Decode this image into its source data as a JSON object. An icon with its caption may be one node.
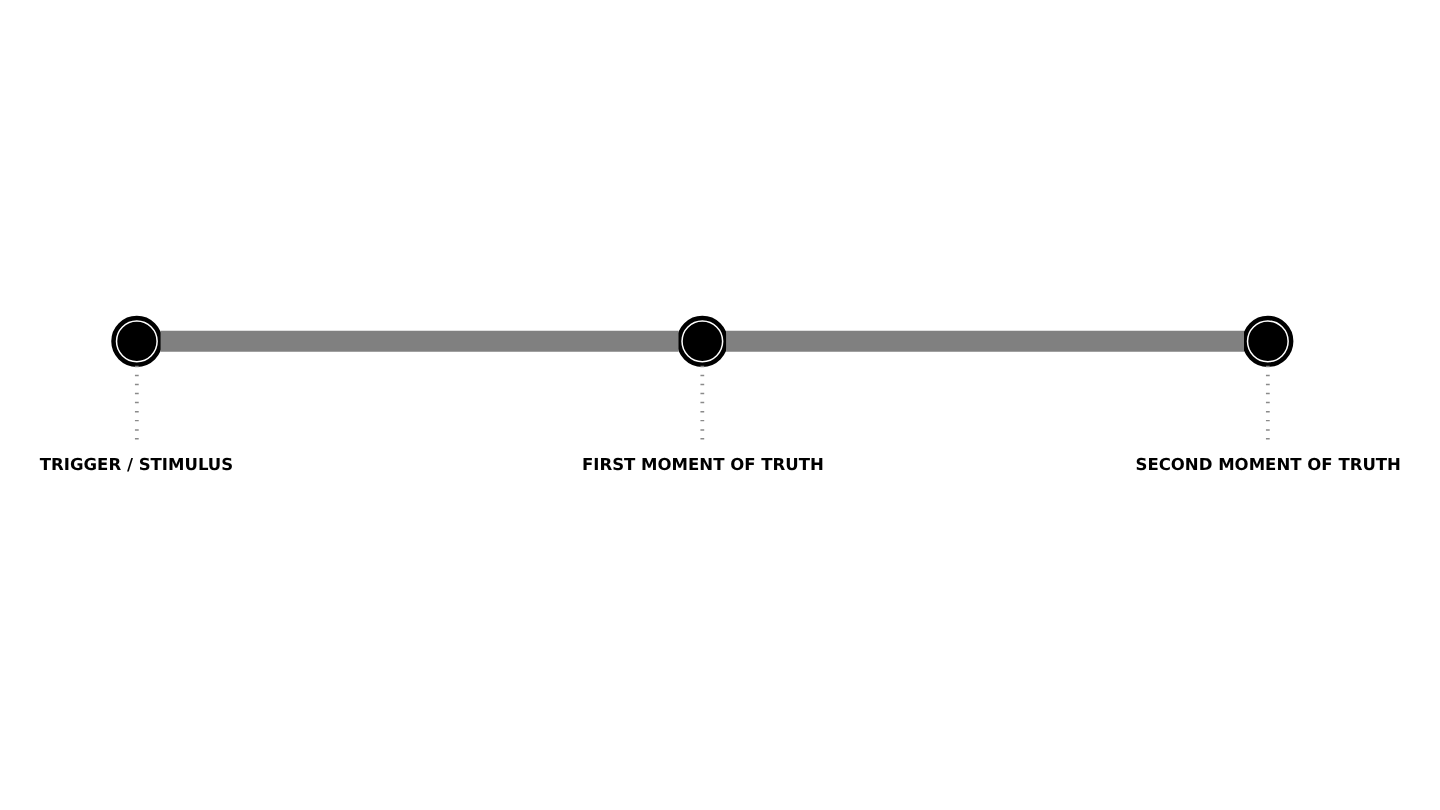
{
  "diagram": {
    "nodes": [
      {
        "text": [],
        "shape": "circle"
      },
      {
        "text": [],
        "shape": "circle"
      },
      {
        "text": [],
        "shape": "circle"
      },
      {
        "text": [
          "TRIGGER / STIMULUS"
        ]
      },
      {
        "text": [
          "FIRST MOMENT OF TRUTH"
        ]
      },
      {
        "text": [
          "SECOND MOMENT OF TRUTH"
        ]
      }
    ],
    "edges": [
      {
        "from": 0,
        "to": 1,
        "arrow": "none",
        "style": "thick",
        "color": "#808080"
      },
      {
        "from": 1,
        "to": 2,
        "arrow": "none",
        "style": "thick",
        "color": "#808080"
      },
      {
        "from": 3,
        "to": 0,
        "arrow": "none",
        "style": "dashed"
      },
      {
        "from": 4,
        "to": 1,
        "arrow": "none",
        "style": "dashed"
      },
      {
        "from": 5,
        "to": 2,
        "arrow": "none",
        "style": "dashed"
      }
    ]
  }
}
